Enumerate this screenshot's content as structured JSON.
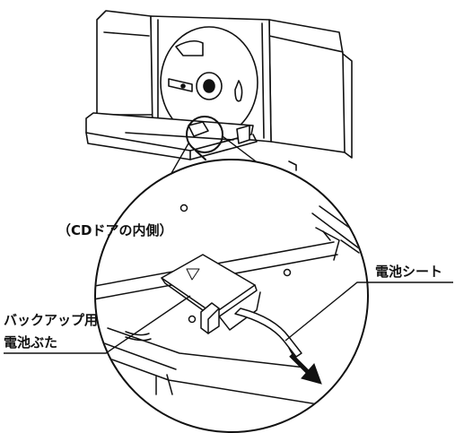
{
  "labels": {
    "cd_door_inside": "（CDドアの内側）",
    "battery_sheet": "電池シート",
    "backup_battery_cover_line1": "バックアップ用",
    "backup_battery_cover_line2": "電池ぶた"
  },
  "colors": {
    "stroke": "#111111",
    "background": "#ffffff"
  }
}
